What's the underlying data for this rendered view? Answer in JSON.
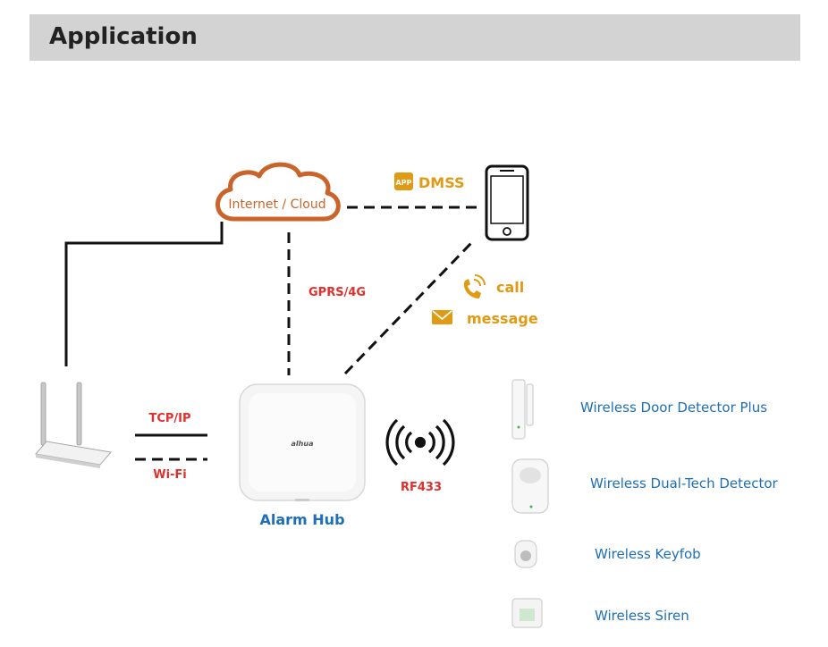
{
  "header": {
    "title": "Application"
  },
  "colors": {
    "header_bg": "#d3d3d3",
    "cloud_stroke": "#c9652a",
    "label_red": "#e0302c",
    "label_orange": "#e09a14",
    "label_blue": "#1d6fb8",
    "line": "#111111"
  },
  "nodes": {
    "cloud": "Internet / Cloud",
    "app_badge": "APP",
    "app_name": "DMSS",
    "hub": "Alarm Hub",
    "hub_logo": "alhua"
  },
  "links": {
    "gprs": "GPRS/4G",
    "tcpip": "TCP/IP",
    "wifi": "Wi-Fi",
    "rf": "RF433",
    "call": "call",
    "message": "message"
  },
  "devices": [
    {
      "name": "Wireless Door Detector Plus",
      "icon": "door-detector-icon"
    },
    {
      "name": "Wireless Dual-Tech Detector",
      "icon": "motion-detector-icon"
    },
    {
      "name": "Wireless Keyfob",
      "icon": "keyfob-icon"
    },
    {
      "name": "Wireless Siren",
      "icon": "siren-icon"
    }
  ]
}
